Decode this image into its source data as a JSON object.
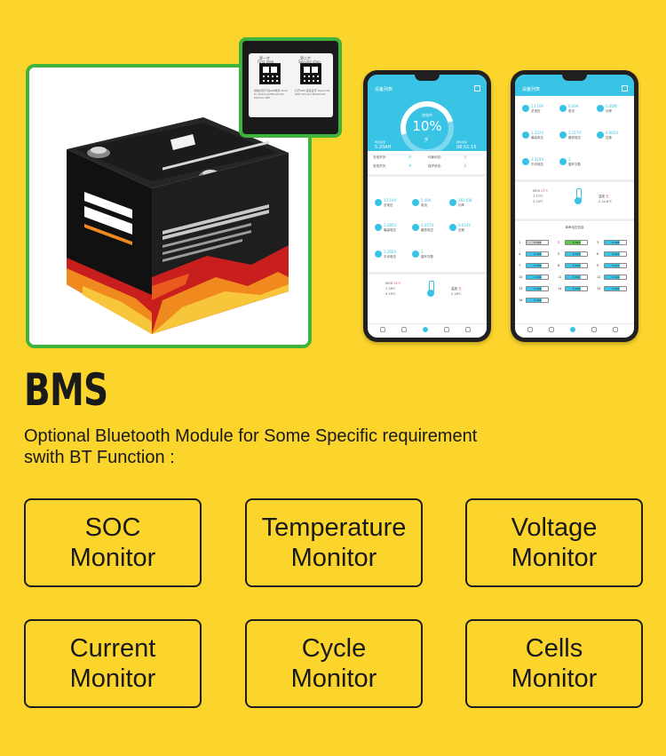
{
  "photo": {
    "qr_steps": [
      "第一步",
      "第二步"
    ],
    "qr_step_labels": [
      "First step",
      "Second step"
    ],
    "qr_notes": [
      "微信扫码下载APP软件 Scan to download Bluetooth Monitor APP",
      "打开APP 连接蓝牙 Open the APP Connect Bluetooth"
    ]
  },
  "phone_left": {
    "header_title": "设备列表",
    "gauge_label": "充电中",
    "soc_value": "10%",
    "remaining_label": "剩余容量",
    "remaining_value": "5.20AH",
    "time_label": "剩余时间",
    "time_value": "08:51:15",
    "switches": [
      {
        "k": "充电开关:",
        "v": "开",
        "k2": "均衡状态:",
        "v2": "关"
      },
      {
        "k": "放电开关:",
        "v": "开",
        "k2": "保护状态:",
        "v2": "关"
      }
    ],
    "metrics": [
      {
        "value": "13.10V",
        "name": "总电压"
      },
      {
        "value": "5.00A",
        "name": "电流"
      },
      {
        "value": "262.6W",
        "name": "功率"
      },
      {
        "value": "3.285V",
        "name": "最高电压"
      },
      {
        "value": "3.257V",
        "name": "最低电压"
      },
      {
        "value": "0.014V",
        "name": "压差"
      },
      {
        "value": "3.266V",
        "name": "平均电压"
      },
      {
        "value": "2",
        "name": "循环次数"
      }
    ],
    "mos": {
      "label": "MOS",
      "value": "26℃",
      "t1": "1  26℃",
      "t2": "3  25℃"
    },
    "ambient": {
      "label": "温度",
      "value": "无",
      "t": "2  26℃"
    }
  },
  "phone_right": {
    "header_title": "设备列表",
    "metrics": [
      {
        "value": "13.10V",
        "name": "总电压"
      },
      {
        "value": "0.00A",
        "name": "电流"
      },
      {
        "value": "0.00W",
        "name": "功率"
      },
      {
        "value": "3.322V",
        "name": "最高电压"
      },
      {
        "value": "3.317V",
        "name": "最低电压"
      },
      {
        "value": "0.005V",
        "name": "压差"
      },
      {
        "value": "3.319V",
        "name": "平均电压"
      },
      {
        "value": "1",
        "name": "循环次数"
      }
    ],
    "mos": {
      "label": "MOS",
      "value": "27℃",
      "t1": "1  27℃",
      "t2": "3  24℃"
    },
    "ambient": {
      "label": "温度",
      "value": "无",
      "t": "2  24.8℃"
    },
    "cells_title": "单串电压信息",
    "cells": [
      {
        "n": "1",
        "v": "3.318"
      },
      {
        "n": "2",
        "v": "3.322"
      },
      {
        "n": "3",
        "v": "3.318"
      },
      {
        "n": "4",
        "v": "3.319"
      },
      {
        "n": "5",
        "v": "3.319"
      },
      {
        "n": "6",
        "v": "3.321"
      },
      {
        "n": "7",
        "v": "3.319"
      },
      {
        "n": "8",
        "v": "3.319"
      },
      {
        "n": "9",
        "v": "3.317"
      },
      {
        "n": "10",
        "v": "3.319"
      },
      {
        "n": "11",
        "v": "3.319"
      },
      {
        "n": "12",
        "v": "3.321"
      },
      {
        "n": "13",
        "v": "3.319"
      },
      {
        "n": "14",
        "v": "3.319"
      },
      {
        "n": "15",
        "v": "3.321"
      },
      {
        "n": "16",
        "v": "3.319"
      }
    ]
  },
  "heading": "BMS",
  "description": {
    "line1": "Optional Bluetooth Module for Some Specific requirement",
    "line2": "swith BT Function :"
  },
  "features": [
    {
      "label": "SOC\nMonitor"
    },
    {
      "label": "Temperature\nMonitor"
    },
    {
      "label": "Voltage\nMonitor"
    },
    {
      "label": "Current\nMonitor"
    },
    {
      "label": "Cycle\nMonitor"
    },
    {
      "label": "Cells\nMonitor"
    }
  ],
  "colors": {
    "background": "#fbd42c",
    "frame_green": "#3fb43c",
    "app_accent": "#39c4e6",
    "text": "#1a1a1a"
  }
}
